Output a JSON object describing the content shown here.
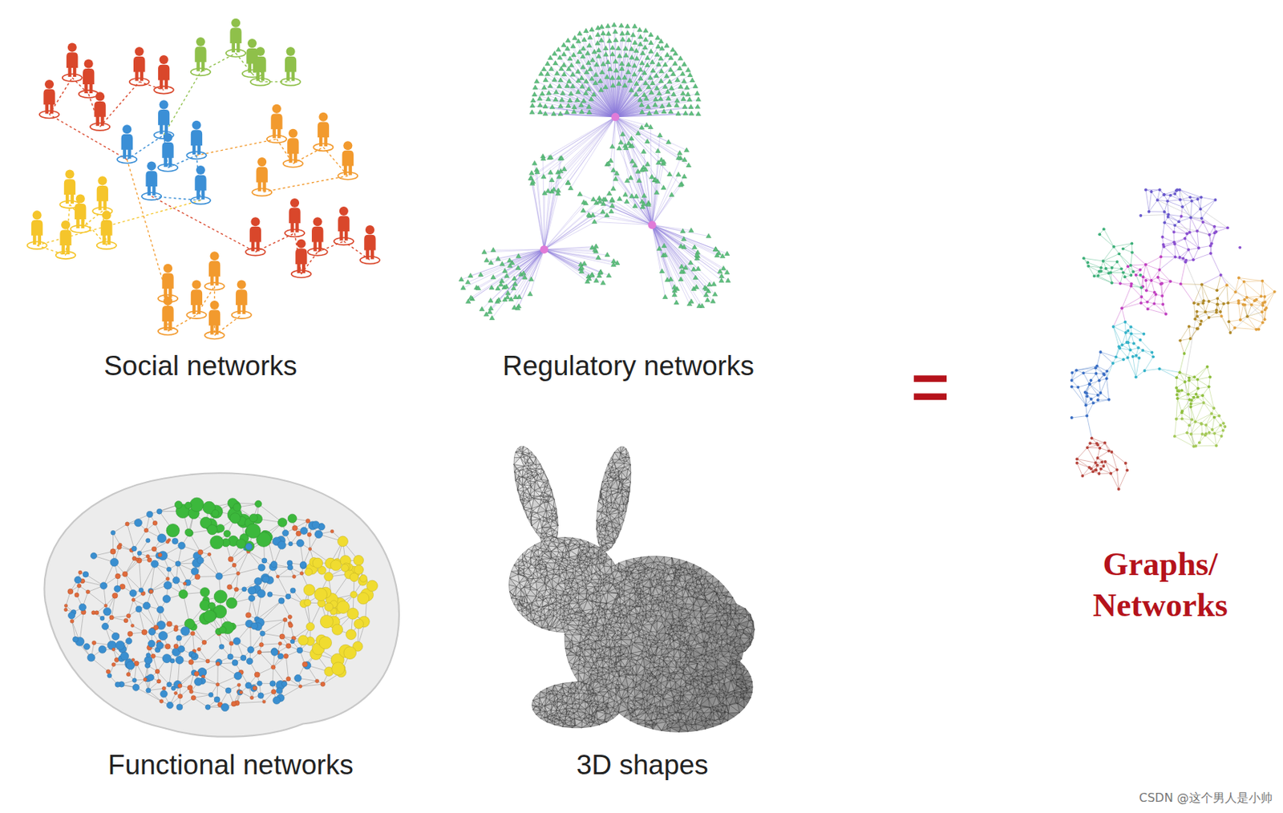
{
  "diagram": {
    "labels": [
      "Social networks",
      "Regulatory networks",
      "Functional networks",
      "3D shapes",
      "Graphs/ Networks",
      "CSDN @这个男人是小帅"
    ]
  }
}
